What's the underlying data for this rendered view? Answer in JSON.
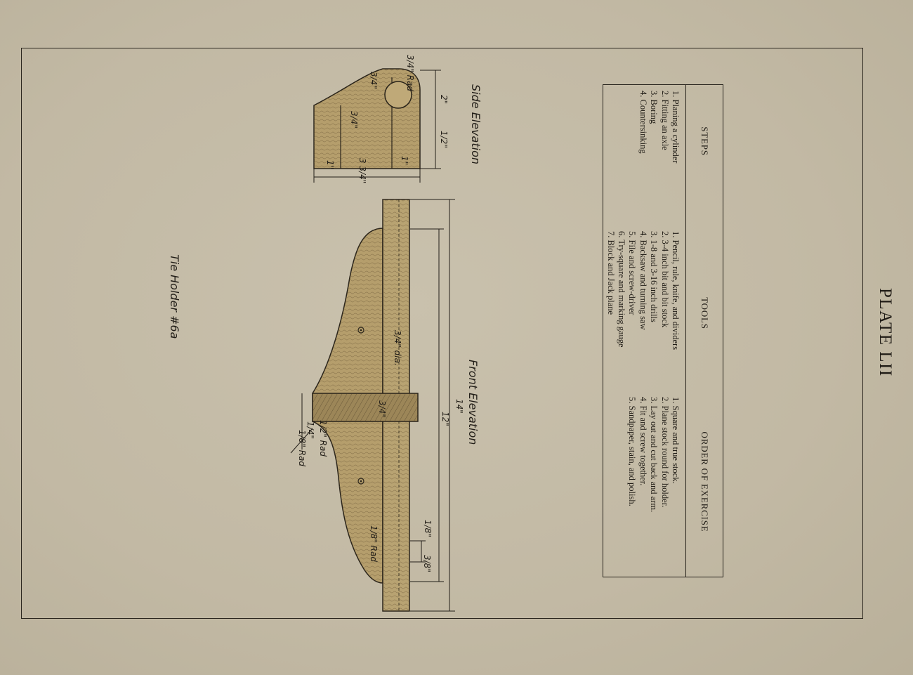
{
  "drawing": {
    "title": "Tie Holder #6a",
    "front_view_label": "Front Elevation",
    "side_view_label": "Side Elevation",
    "dimensions": {
      "overall_length": "14\"",
      "inner_length": "12\"",
      "dowel_dia": "3/4\" dia.",
      "rad_top": "1/2\" Rad",
      "rad_small": "1/8\" Rad",
      "rad_end": "1/8\" Rad",
      "side_height": "3 3/4\"",
      "side_one_a": "1\"",
      "side_one_b": "1\"",
      "side_width": "2\"",
      "side_half": "1/2\"",
      "side_quarter": "3/4\"",
      "side_rad": "3/4\" Rad",
      "side_three_quarter": "3/4\"",
      "front_quarter": "1/4\"",
      "front_three_eighth": "3/8\"",
      "front_eighth": "1/8\"",
      "front_three_quarter": "3/4\""
    }
  },
  "table": {
    "headers": {
      "steps": "STEPS",
      "tools": "TOOLS",
      "order": "ORDER OF EXERCISE"
    },
    "steps": [
      "1. Planing a cylinder",
      "2. Fitting an axle",
      "3. Boring",
      "4. Countersinking"
    ],
    "tools": [
      "1. Pencil, rule, knife, and dividers",
      "2. 3-4 inch bit and bit stock",
      "3. 1-8 and 3-16 inch drills",
      "4. Backsaw and turning saw",
      "5. File and screw-driver",
      "6. Try-square and marking gauge",
      "7. Block and Jack plane"
    ],
    "order": [
      "1. Square and true stock.",
      "2. Plane stock round for holder.",
      "3. Lay out and cut back and arm.",
      "4. Fit and screw together.",
      "5. Sandpaper, stain, and polish."
    ]
  },
  "plate_label": "PLATE LII",
  "colors": {
    "paper": "#c4bba6",
    "ink": "#221e18",
    "wood": "#b59e6c"
  }
}
